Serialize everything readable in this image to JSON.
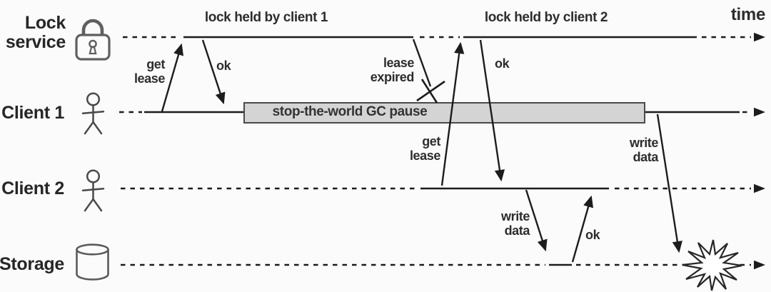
{
  "figure": {
    "type": "timing-diagram",
    "time_axis_label": "time"
  },
  "lanes": [
    {
      "label": "Lock service",
      "icon": "lock-icon"
    },
    {
      "label": "Client 1",
      "icon": "person-icon"
    },
    {
      "label": "Client 2",
      "icon": "person-icon"
    },
    {
      "label": "Storage",
      "icon": "database-icon"
    }
  ],
  "annotations": {
    "lock_held_1": "lock held by client 1",
    "lock_held_2": "lock held by client 2",
    "lease_expired": "lease expired",
    "gc_pause": "stop-the-world GC pause"
  },
  "messages": {
    "get_lease_1": "get lease",
    "ok_1": "ok",
    "get_lease_2": "get lease",
    "ok_2": "ok",
    "write_data_2": "write data",
    "ok_3": "ok",
    "write_data_1": "write data"
  },
  "colors": {
    "line": "#1c1c1c",
    "gc_box_fill": "#d4d4d4",
    "gc_box_border": "#4a4a4a",
    "icon_stroke": "#5a5a5a",
    "text": "#2b2b2b",
    "background": "#fbfbfb"
  }
}
